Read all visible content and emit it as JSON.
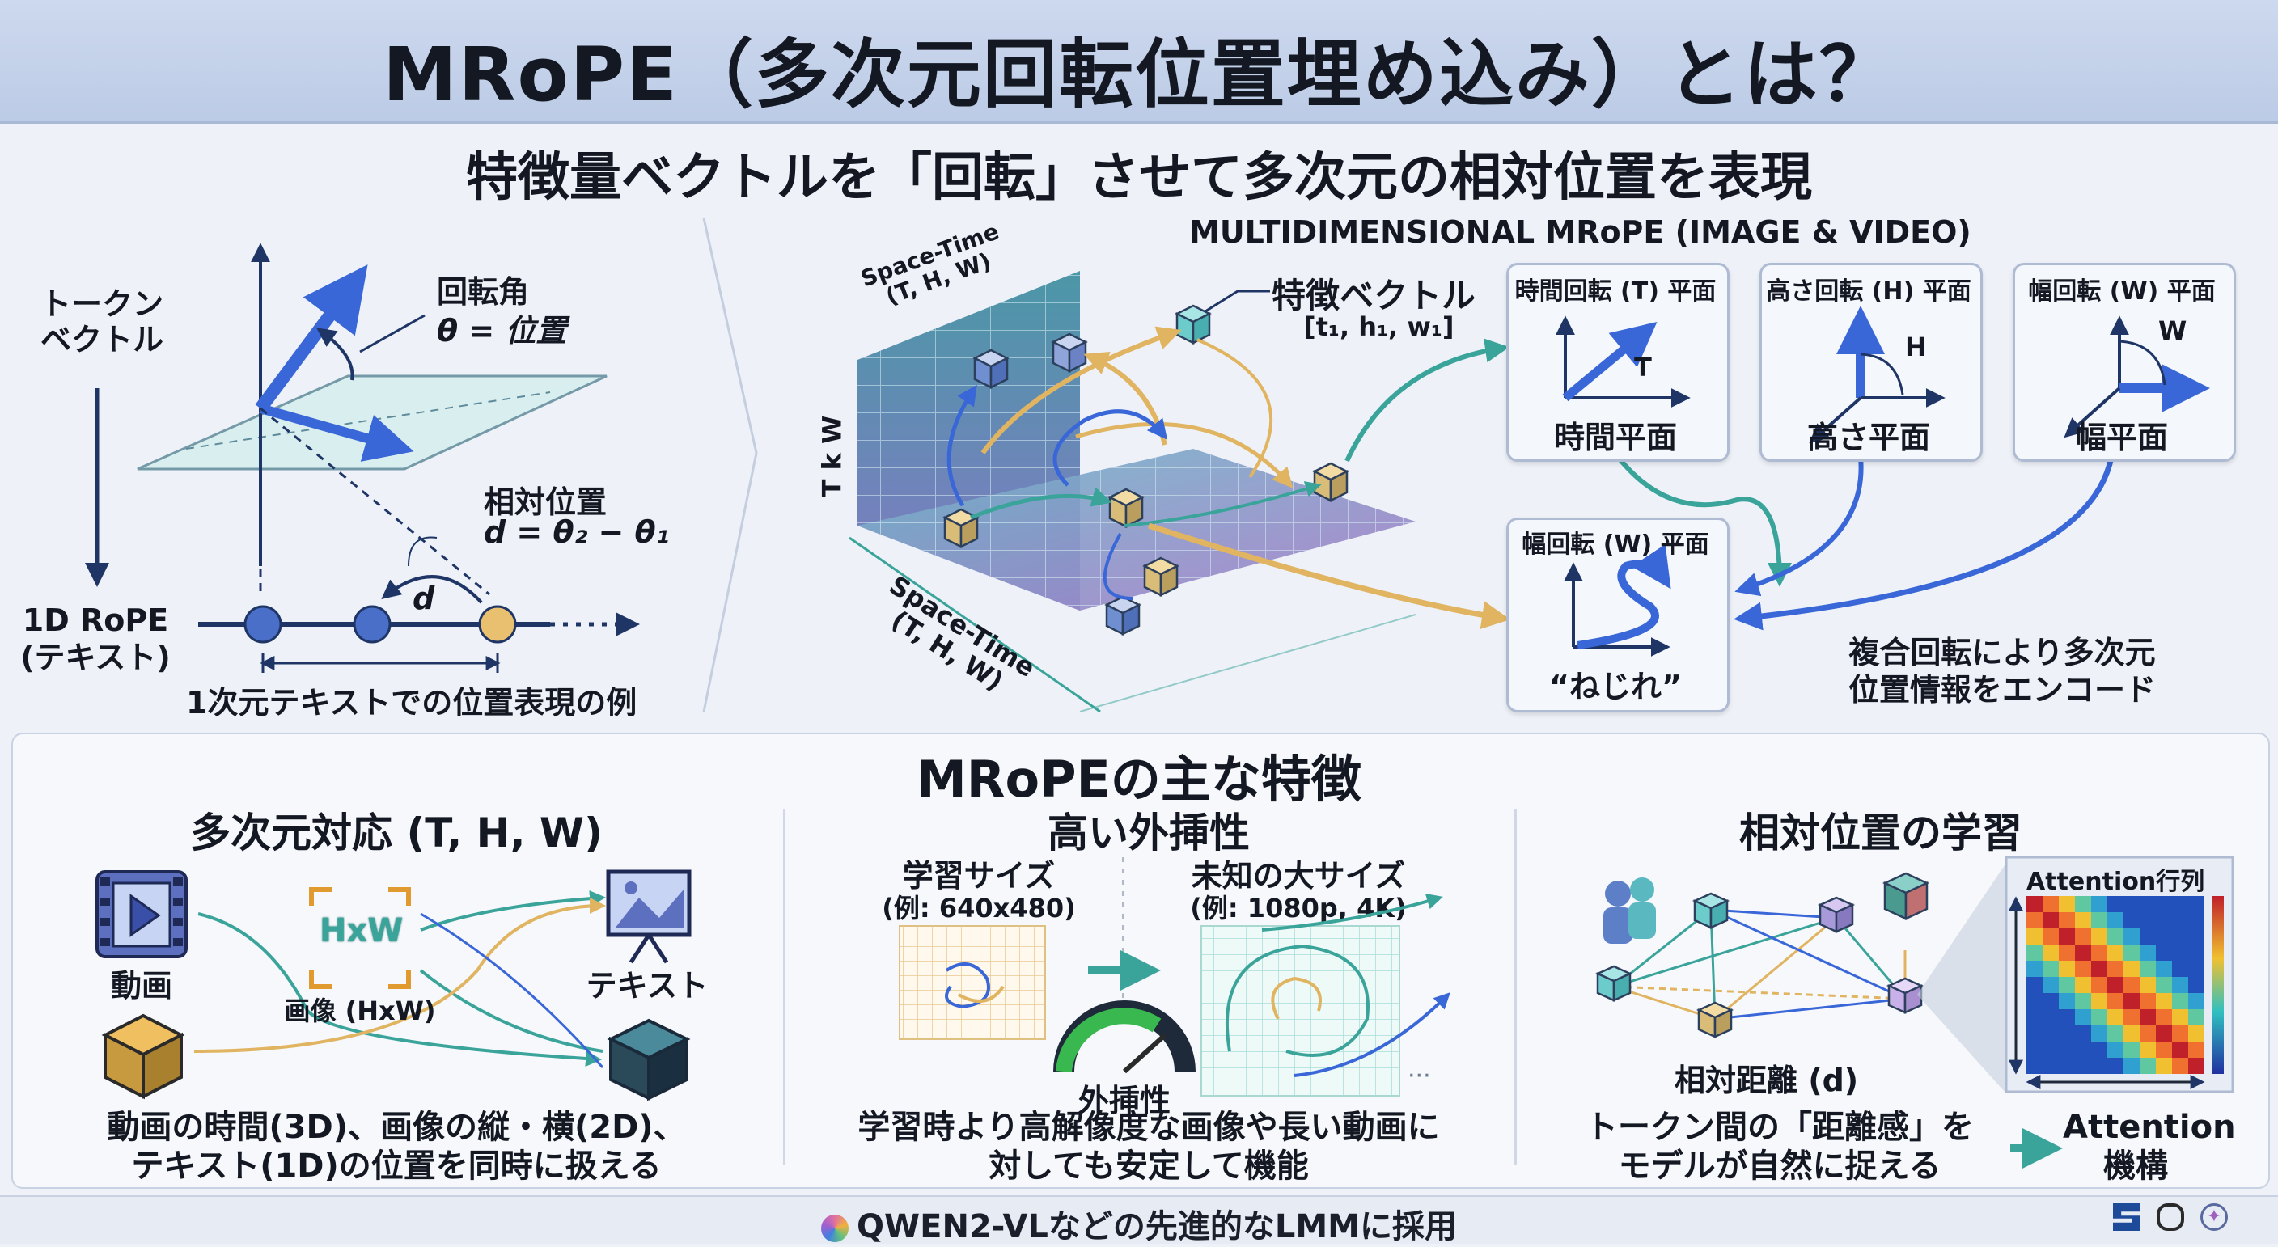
{
  "title": "MRoPE（多次元回転位置埋め込み）とは？",
  "subtitle": "特徴量ベクトルを「回転」させて多次元の相対位置を表現",
  "left": {
    "token_vector": "トークン\nベクトル",
    "rotation_angle": "回転角",
    "theta_position": "θ = 位置",
    "relative_position": "相対位置",
    "relative_formula": "d = θ₂ − θ₁",
    "d_label": "d",
    "rope_1d": "1D RoPE\n(テキスト)",
    "caption": "1次元テキストでの位置表現の例"
  },
  "middle": {
    "heading": "MULTIDIMENSIONAL MRoPE (IMAGE & VIDEO)",
    "space_time_top": "Space-Time\n(T, H, W)",
    "space_time_bottom": "Space-Time\n(T, H, W)",
    "axis_tkw": "T k W",
    "feature_vector": "特徴ベクトル",
    "feature_vector_sub": "[t₁, h₁, w₁]"
  },
  "right": {
    "cards": [
      {
        "title": "時間回転 (T) 平面",
        "label": "時間平面",
        "axis": "T"
      },
      {
        "title": "高さ回転 (H) 平面",
        "label": "高さ平面",
        "axis": "H"
      },
      {
        "title": "幅回転 (W) 平面",
        "label": "幅平面",
        "axis": "W"
      }
    ],
    "combined_title": "幅回転 (W) 平面",
    "combined_label": "“ねじれ”",
    "combined_caption": "複合回転により多次元\n位置情報をエンコード"
  },
  "features": {
    "heading": "MRoPEの主な特徴",
    "f1": {
      "title": "多次元対応 (T, H, W)",
      "video": "動画",
      "image": "画像 (HxW)",
      "hxw": "HxW",
      "text": "テキスト",
      "desc": "動画の時間(3D)、画像の縦・横(2D)、\nテキスト(1D)の位置を同時に扱える"
    },
    "f2": {
      "title": "高い外挿性",
      "train": "学習サイズ",
      "train_sub": "(例: 640x480)",
      "unknown": "未知の大サイズ",
      "unknown_sub": "(例: 1080p, 4K)",
      "gauge": "外挿性",
      "desc": "学習時より高解像度な画像や長い動画に\n対しても安定して機能"
    },
    "f3": {
      "title": "相対位置の学習",
      "attention_matrix": "Attention行列",
      "rel_distance": "相対距離 (d)",
      "desc": "トークン間の「距離感」を\nモデルが自然に捉える",
      "attention": "Attention\n機構"
    }
  },
  "footer": "QWEN2-VLなどの先進的なLMMに採用",
  "colors": {
    "blue": "#3a67d8",
    "teal": "#3aa49a",
    "gold": "#e0b460",
    "navy": "#1e3566"
  }
}
